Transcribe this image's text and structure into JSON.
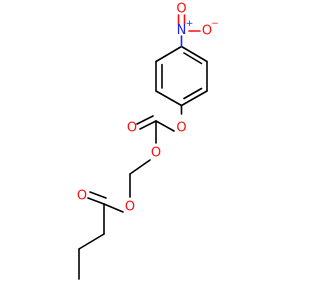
{
  "colors": {
    "background": "#ffffff",
    "carbon_bond": "#000000",
    "oxygen": "#ff0d0d",
    "nitrogen": "#2020ff"
  },
  "atoms": {
    "nitro_n": {
      "symbol": "N",
      "charge": "+"
    },
    "nitro_o_top": {
      "symbol": "O"
    },
    "nitro_o_right": {
      "symbol": "O",
      "charge": "−"
    },
    "aryl_o": {
      "symbol": "O"
    },
    "carbonate_o_double": {
      "symbol": "O"
    },
    "carbonate_o_single": {
      "symbol": "O"
    },
    "ester_o_single": {
      "symbol": "O"
    },
    "ester_o_double": {
      "symbol": "O"
    }
  }
}
